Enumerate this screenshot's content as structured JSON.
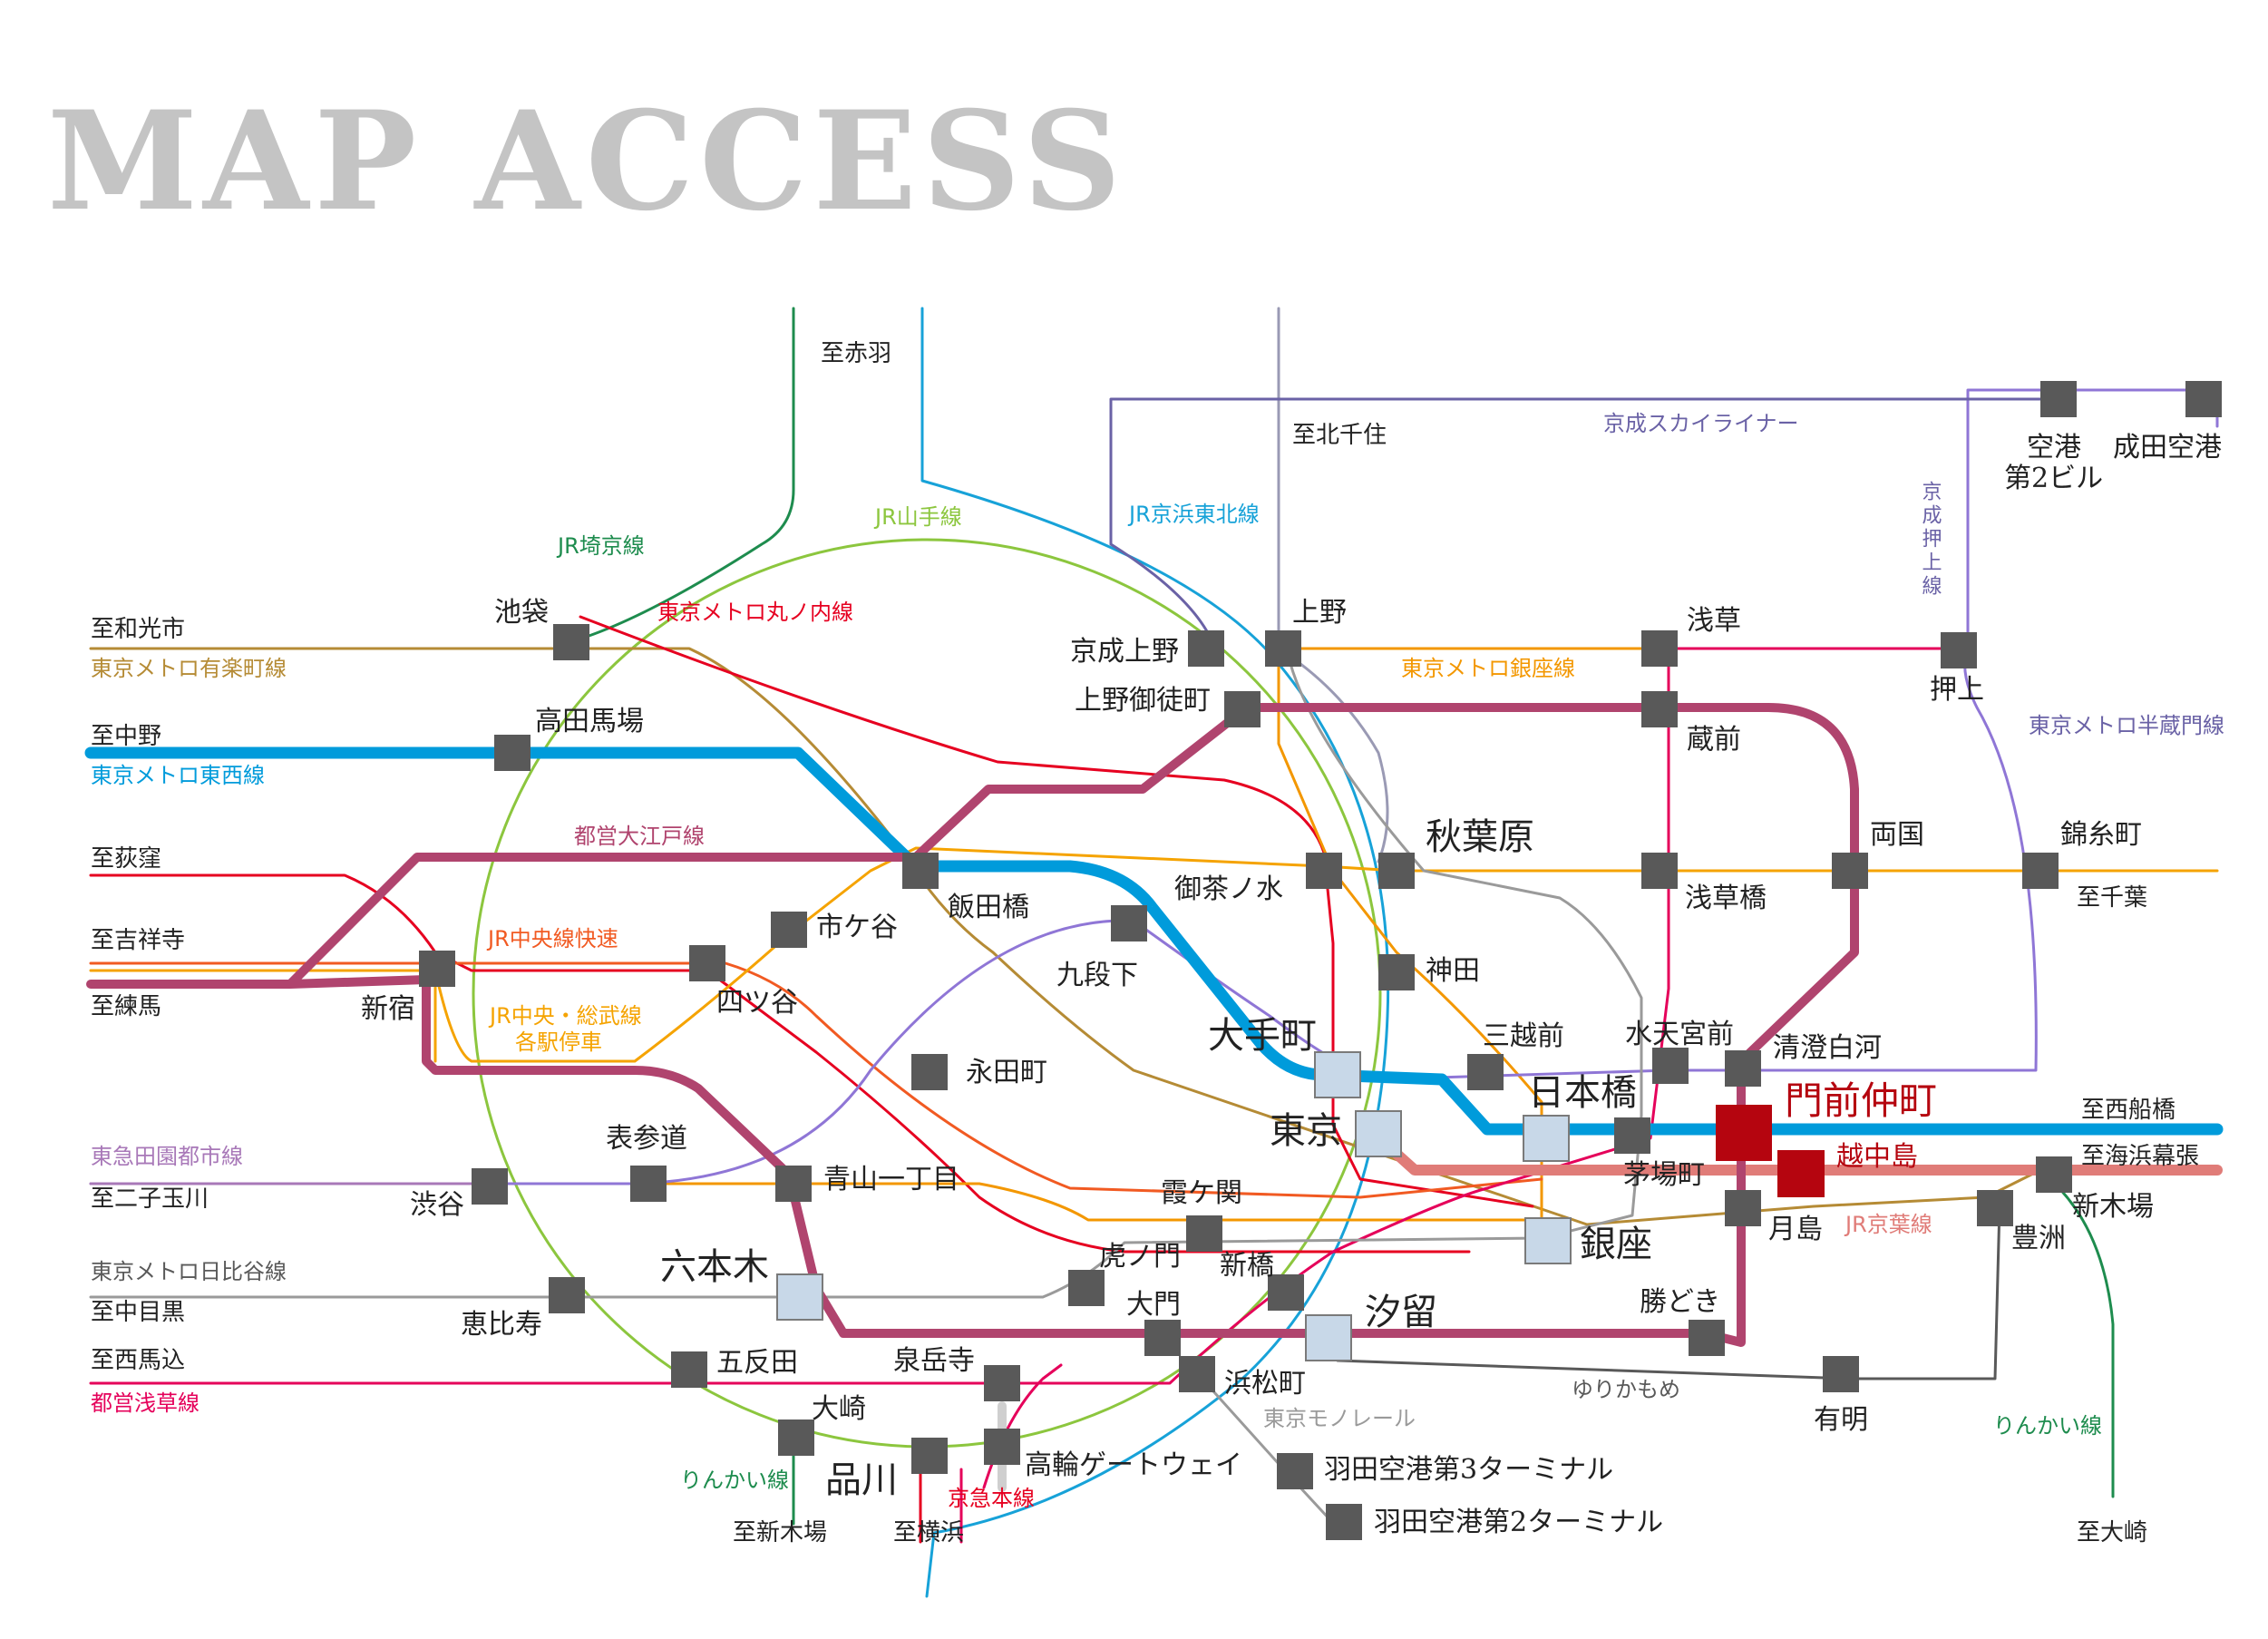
{
  "title": "MAP ACCESS",
  "colors": {
    "title": "#c4c4c4",
    "station": "#595959",
    "major_station": "#c8d8e8",
    "highlight": "#b5050f",
    "jr_saikyo": "#1e8c4e",
    "jr_yamanote": "#8cc63e",
    "jr_keihin_tohoku": "#17a2d8",
    "tozai": "#009bdb",
    "oedo": "#b0446e",
    "marunouchi": "#e60020",
    "ginza": "#f39700",
    "hanzomon": "#8f76d6",
    "yurakucho": "#b58b35",
    "chuo_rapid": "#f15a22",
    "chuo_sobu": "#f5a300",
    "hibiya": "#9a9a9a",
    "asakusa": "#e5005a",
    "skyliner": "#6a62a6",
    "keiyo": "#e07c78",
    "rinkai": "#1e8c4e",
    "denentoshi": "#a878b8"
  },
  "line_labels": {
    "jr_saikyo": "JR埼京線",
    "jr_yamanote": "JR山手線",
    "jr_keihin_tohoku": "JR京浜東北線",
    "marunouchi": "東京メトロ丸ノ内線",
    "yurakucho": "東京メトロ有楽町線",
    "tozai": "東京メトロ東西線",
    "oedo": "都営大江戸線",
    "chuo_rapid": "JR中央線快速",
    "chuo_sobu": "JR中央・総武線",
    "chuo_sobu_2": "各駅停車",
    "ginza": "東京メトロ銀座線",
    "skyliner": "京成スカイライナー",
    "oshiage": "京成押上線",
    "hanzomon": "東京メトロ半蔵門線",
    "denentoshi": "東急田園都市線",
    "hibiya": "東京メトロ日比谷線",
    "asakusa": "都営浅草線",
    "monorail": "東京モノレール",
    "yurikamome": "ゆりかもめ",
    "keiyo": "JR京葉線",
    "rinkai_left": "りんかい線",
    "rinkai_right": "りんかい線",
    "keikyu": "京急本線"
  },
  "destinations": {
    "akabane": "至赤羽",
    "kitasenju": "至北千住",
    "wakoshi": "至和光市",
    "nakano": "至中野",
    "ogikubo": "至荻窪",
    "kichijoji": "至吉祥寺",
    "nerima": "至練馬",
    "chiba": "至千葉",
    "nishifunabashi": "至西船橋",
    "kaihinmakuhari": "至海浜幕張",
    "futakotamagawa": "至二子玉川",
    "nakameguro": "至中目黒",
    "nishimagome": "至西馬込",
    "shinkiba": "至新木場",
    "yokohama": "至横浜",
    "osaki": "至大崎"
  },
  "stations": {
    "ikebukuro": "池袋",
    "takadanobaba": "高田馬場",
    "shinjuku": "新宿",
    "yotsuya": "四ツ谷",
    "ichigaya": "市ケ谷",
    "iidabashi": "飯田橋",
    "kudanshita": "九段下",
    "nagatacho": "永田町",
    "ochanomizu": "御茶ノ水",
    "akihabara": "秋葉原",
    "kanda": "神田",
    "ueno": "上野",
    "keiseiueno": "京成上野",
    "uenookachimachi": "上野御徒町",
    "asakusa": "浅草",
    "kuramae": "蔵前",
    "asakusabashi": "浅草橋",
    "ryogoku": "両国",
    "kinshicho": "錦糸町",
    "oshiage": "押上",
    "airport_t2": "空港",
    "airport_t2_b": "第2ビル",
    "narita": "成田空港",
    "otemachi": "大手町",
    "tokyo": "東京",
    "nihonbashi": "日本橋",
    "mitsukoshimae": "三越前",
    "suitengumae": "水天宮前",
    "kiyosumi": "清澄白河",
    "monzen": "門前仲町",
    "etchujima": "越中島",
    "kayabacho": "茅場町",
    "tsukishima": "月島",
    "ginza": "銀座",
    "shiodome": "汐留",
    "shinbashi": "新橋",
    "kasumigaseki": "霞ケ関",
    "toranomon": "虎ノ門",
    "daimon": "大門",
    "hamamatsucho": "浜松町",
    "kachidoki": "勝どき",
    "ariake": "有明",
    "toyosu": "豊洲",
    "shinkiba": "新木場",
    "roppongi": "六本木",
    "aoyama": "青山一丁目",
    "omotesando": "表参道",
    "shibuya": "渋谷",
    "ebisu": "恵比寿",
    "gotanda": "五反田",
    "osaki": "大崎",
    "shinagawa": "品川",
    "sengakuji": "泉岳寺",
    "takanawa": "高輪ゲートウェイ",
    "haneda_t3": "羽田空港第3ターミナル",
    "haneda_t2": "羽田空港第2ターミナル"
  }
}
